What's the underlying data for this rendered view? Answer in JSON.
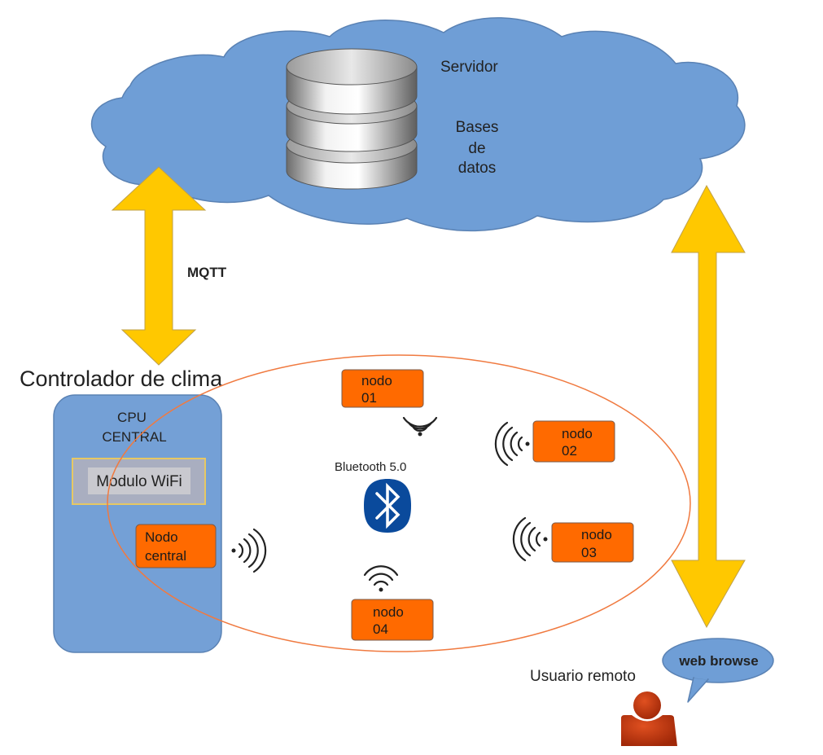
{
  "cloud": {
    "server_label": "Servidor",
    "db_line1": "Bases",
    "db_line2": "de",
    "db_line3": "datos"
  },
  "links": {
    "mqtt_label": "MQTT"
  },
  "controller": {
    "title": "Controlador de clima",
    "cpu_line1": "CPU",
    "cpu_line2": "CENTRAL",
    "wifi_module": "Modulo WiFi",
    "central_node_line1": "Nodo",
    "central_node_line2": "central"
  },
  "network": {
    "protocol_label": "Bluetooth 5.0",
    "nodes": [
      {
        "line1": "nodo",
        "line2": "01"
      },
      {
        "line1": "nodo",
        "line2": "02"
      },
      {
        "line1": "nodo",
        "line2": "03"
      },
      {
        "line1": "nodo",
        "line2": "04"
      }
    ]
  },
  "remote": {
    "user_label": "Usuario remoto",
    "bubble_text": "web browse"
  },
  "colors": {
    "cloud": "#6f9ed6",
    "cloud_stroke": "#5a82b4",
    "arrow": "#ffc800",
    "arrow_stroke": "#bfa04a",
    "controller": "#74a0d6",
    "node_fill": "#ff6a00",
    "ring": "#f07a40",
    "bluetooth": "#0a4a9c",
    "user": "#c0300a"
  }
}
